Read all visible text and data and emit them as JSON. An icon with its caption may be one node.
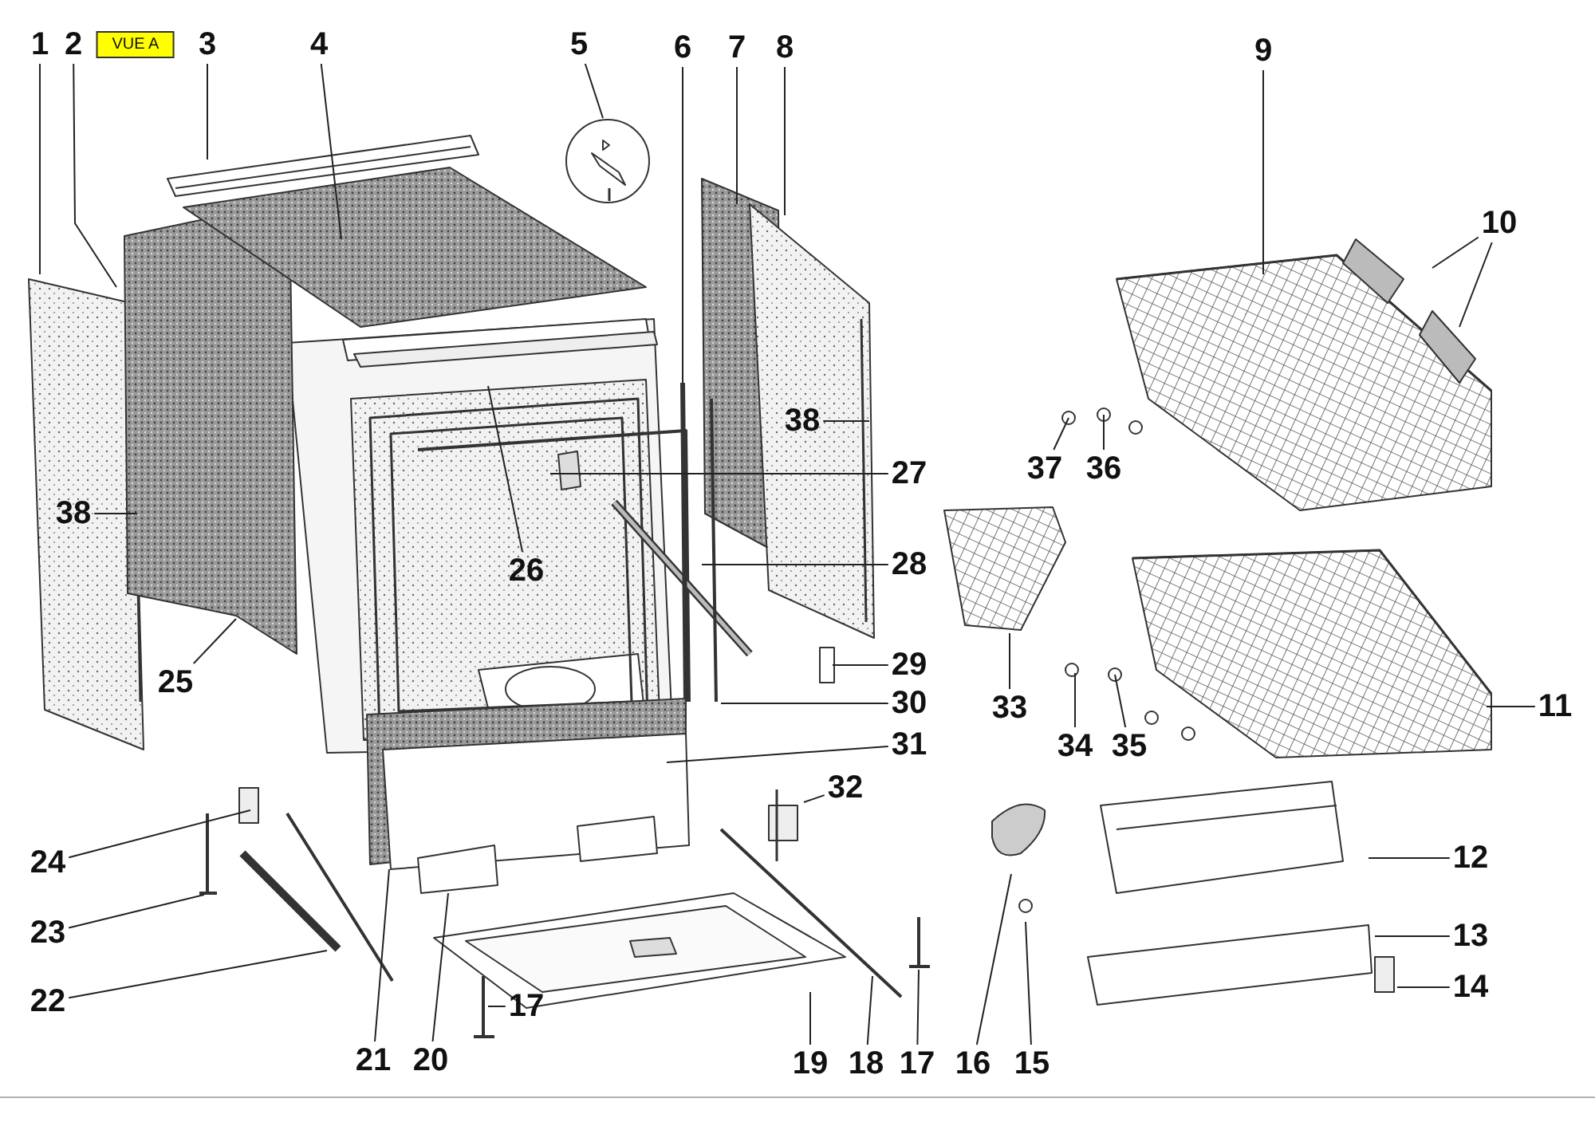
{
  "diagram": {
    "nodes": [
      {
        "text": [
          "1"
        ]
      },
      {
        "text": [
          "2"
        ]
      },
      {
        "text": [
          "VUE A"
        ]
      },
      {
        "text": [
          "3"
        ]
      },
      {
        "text": [
          "4"
        ]
      },
      {
        "text": [
          "5"
        ]
      },
      {
        "text": [
          "6"
        ]
      },
      {
        "text": [
          "7"
        ]
      },
      {
        "text": [
          "8"
        ]
      },
      {
        "text": [
          "9"
        ]
      },
      {
        "text": [
          "10"
        ]
      },
      {
        "text": [
          "38"
        ]
      },
      {
        "text": [
          "27"
        ]
      },
      {
        "text": [
          "37"
        ]
      },
      {
        "text": [
          "36"
        ]
      },
      {
        "text": [
          "38"
        ]
      },
      {
        "text": [
          "26"
        ]
      },
      {
        "text": [
          "28"
        ]
      },
      {
        "text": [
          "25"
        ]
      },
      {
        "text": [
          "29"
        ]
      },
      {
        "text": [
          "33"
        ]
      },
      {
        "text": [
          "30"
        ]
      },
      {
        "text": [
          "11"
        ]
      },
      {
        "text": [
          "34"
        ]
      },
      {
        "text": [
          "35"
        ]
      },
      {
        "text": [
          "31"
        ]
      },
      {
        "text": [
          "32"
        ]
      },
      {
        "text": [
          "24"
        ]
      },
      {
        "text": [
          "12"
        ]
      },
      {
        "text": [
          "23"
        ]
      },
      {
        "text": [
          "13"
        ]
      },
      {
        "text": [
          "14"
        ]
      },
      {
        "text": [
          "22"
        ]
      },
      {
        "text": [
          "17"
        ]
      },
      {
        "text": [
          "21"
        ]
      },
      {
        "text": [
          "20"
        ]
      },
      {
        "text": [
          "19"
        ]
      },
      {
        "text": [
          "18"
        ]
      },
      {
        "text": [
          "17"
        ]
      },
      {
        "text": [
          "16"
        ]
      },
      {
        "text": [
          "15"
        ]
      }
    ],
    "edges": [
      {
        "from": 0,
        "to": null,
        "arrow": "none"
      },
      {
        "from": 1,
        "to": null,
        "arrow": "none"
      },
      {
        "from": 3,
        "to": null,
        "arrow": "none"
      },
      {
        "from": 4,
        "to": null,
        "arrow": "none"
      },
      {
        "from": 5,
        "to": null,
        "arrow": "none"
      },
      {
        "from": 6,
        "to": null,
        "arrow": "none"
      },
      {
        "from": 7,
        "to": null,
        "arrow": "none"
      },
      {
        "from": 8,
        "to": null,
        "arrow": "none"
      },
      {
        "from": 9,
        "to": null,
        "arrow": "none"
      },
      {
        "from": 10,
        "to": null,
        "arrow": "none"
      },
      {
        "from": 10,
        "to": null,
        "arrow": "none"
      },
      {
        "from": 11,
        "to": null,
        "arrow": "none"
      },
      {
        "from": 12,
        "to": null,
        "arrow": "none"
      },
      {
        "from": 13,
        "to": null,
        "arrow": "none"
      },
      {
        "from": 14,
        "to": null,
        "arrow": "none"
      },
      {
        "from": 15,
        "to": null,
        "arrow": "none"
      },
      {
        "from": 16,
        "to": null,
        "arrow": "none"
      },
      {
        "from": 17,
        "to": null,
        "arrow": "none"
      },
      {
        "from": 18,
        "to": null,
        "arrow": "none"
      },
      {
        "from": 19,
        "to": null,
        "arrow": "none"
      },
      {
        "from": 20,
        "to": null,
        "arrow": "none"
      },
      {
        "from": 21,
        "to": null,
        "arrow": "none"
      },
      {
        "from": 22,
        "to": null,
        "arrow": "none"
      },
      {
        "from": 23,
        "to": null,
        "arrow": "none"
      },
      {
        "from": 24,
        "to": null,
        "arrow": "none"
      },
      {
        "from": 25,
        "to": null,
        "arrow": "none"
      },
      {
        "from": 26,
        "to": null,
        "arrow": "none"
      },
      {
        "from": 27,
        "to": null,
        "arrow": "none"
      },
      {
        "from": 28,
        "to": null,
        "arrow": "none"
      },
      {
        "from": 29,
        "to": null,
        "arrow": "none"
      },
      {
        "from": 30,
        "to": null,
        "arrow": "none"
      },
      {
        "from": 31,
        "to": null,
        "arrow": "none"
      },
      {
        "from": 32,
        "to": null,
        "arrow": "none"
      },
      {
        "from": 33,
        "to": null,
        "arrow": "none"
      },
      {
        "from": 34,
        "to": null,
        "arrow": "none"
      },
      {
        "from": 35,
        "to": null,
        "arrow": "none"
      },
      {
        "from": 36,
        "to": null,
        "arrow": "none"
      },
      {
        "from": 37,
        "to": null,
        "arrow": "none"
      },
      {
        "from": 38,
        "to": null,
        "arrow": "none"
      },
      {
        "from": 39,
        "to": null,
        "arrow": "none"
      },
      {
        "from": 40,
        "to": null,
        "arrow": "none"
      }
    ]
  }
}
